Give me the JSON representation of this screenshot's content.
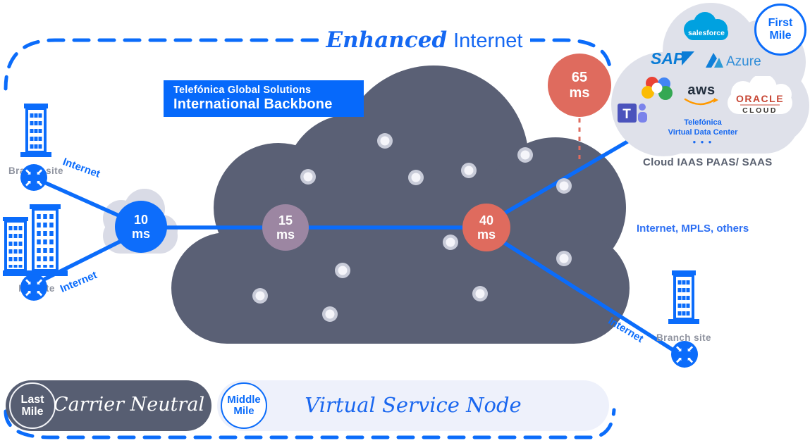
{
  "title": {
    "emphasis": "Enhanced",
    "rest": "Internet"
  },
  "banner": {
    "line1": "Telefónica Global Solutions",
    "line2": "International Backbone"
  },
  "latency": [
    {
      "value": "10",
      "unit": "ms"
    },
    {
      "value": "15",
      "unit": "ms"
    },
    {
      "value": "40",
      "unit": "ms"
    },
    {
      "value": "65",
      "unit": "ms"
    }
  ],
  "sites": {
    "branch_top": "Branch site",
    "hq": "HQ Site",
    "branch_bottom": "Branch site"
  },
  "links": {
    "internet_top": "Internet",
    "internet_hq": "Internet",
    "internet_bottom": "Internet",
    "transport": "Internet, MPLS, others"
  },
  "providers": {
    "caption": "Cloud IAAS PAAS/ SAAS",
    "salesforce": "salesforce",
    "sap": "SAP",
    "azure": "Azure",
    "aws": "aws",
    "oracle_brand": "ORACLE",
    "oracle_sub": "CLOUD",
    "teams_initial": "T",
    "tvdc_line1": "Telefónica",
    "tvdc_line2": "Virtual Data Center",
    "tvdc_dots": "● ● ●"
  },
  "badges": {
    "first_line1": "First",
    "first_line2": "Mile",
    "last_line1": "Last",
    "last_line2": "Mile",
    "middle_line1": "Middle",
    "middle_line2": "Mile"
  },
  "pills": {
    "carrier_neutral": "Carrier Neutral",
    "virtual_service_node": "Virtual Service Node"
  },
  "colors": {
    "accent_blue": "#0B6CFA",
    "backbone_cloud": "#5A6075",
    "latency_salmon": "#DF6B5E",
    "latency_mauve": "#9C86A2",
    "latency_blue": "#0D6DFB",
    "provider_cloud": "#DFE1EA",
    "pill_light": "#EEF1FB",
    "site_label_gray": "#8F939F"
  }
}
